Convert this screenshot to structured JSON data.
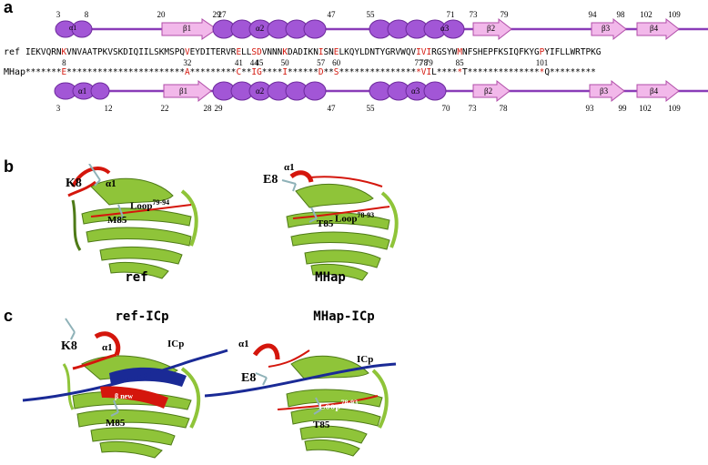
{
  "panels": {
    "a": "a",
    "b": "b",
    "c": "c"
  },
  "top_track": {
    "elements": [
      {
        "type": "helix",
        "label": "α1",
        "start": "3",
        "end": "8"
      },
      {
        "type": "strand",
        "label": "β1",
        "start": "20",
        "end": "27"
      },
      {
        "type": "helix",
        "label": "α2",
        "start": "29",
        "end": "47"
      },
      {
        "type": "helix",
        "label": "α3",
        "start": "55",
        "end": "71"
      },
      {
        "type": "strand",
        "label": "β2",
        "start": "73",
        "end": "79"
      },
      {
        "type": "strand",
        "label": "β3",
        "start": "94",
        "end": "98"
      },
      {
        "type": "strand",
        "label": "β4",
        "start": "102",
        "end": "109"
      }
    ]
  },
  "bottom_track": {
    "elements": [
      {
        "type": "helix",
        "label": "α1",
        "start": "3",
        "end": "12"
      },
      {
        "type": "strand",
        "label": "β1",
        "start": "22",
        "end": "28"
      },
      {
        "type": "helix",
        "label": "α2",
        "start": "29",
        "end": "47"
      },
      {
        "type": "helix",
        "label": "α3",
        "start": "55",
        "end": "70"
      },
      {
        "type": "strand",
        "label": "β2",
        "start": "73",
        "end": "78"
      },
      {
        "type": "strand",
        "label": "β3",
        "start": "93",
        "end": "99"
      },
      {
        "type": "strand",
        "label": "β4",
        "start": "102",
        "end": "109"
      }
    ]
  },
  "alignment": {
    "ref_label": "ref",
    "mhap_label": "MHap",
    "ref_sequence": "IEKVQRNKVNVAATPKVSKDIQIILSKMSPQVEYDITERVRELLSDVNNNKDADIKNISNELKQYLDNTYGRVWQVIVIRGSYWMNFSHEPFKSIQFKYGPYIFLLWRTPKG",
    "mhap_sequence": "*******E***********************A*********C**IG****I******D**S****************VIL*****T***************Q*********",
    "ref_highlight": [
      7,
      31,
      41,
      44,
      45,
      50,
      57,
      60,
      76,
      77,
      78,
      84,
      100
    ],
    "mhap_highlight": [
      7,
      31,
      41,
      44,
      45,
      50,
      57,
      60,
      76,
      77,
      78,
      84,
      100
    ],
    "ref_numbers": [
      "8"
    ],
    "mhap_numbers": [
      "8",
      "32",
      "41",
      "44",
      "45",
      "50",
      "57",
      "60",
      "77",
      "78",
      "79",
      "85",
      "101"
    ]
  },
  "panel_b": {
    "left": {
      "title": "ref",
      "residue": "K8",
      "helix": "α1",
      "loop": "Loop",
      "loop_range": "79-94",
      "mutant": "M85"
    },
    "right": {
      "title": "MHap",
      "residue": "E8",
      "helix": "α1",
      "loop": "Loop",
      "loop_range": "78-93",
      "mutant": "T85"
    }
  },
  "panel_c": {
    "left": {
      "title": "ref-ICp",
      "residue": "K8",
      "helix": "α1",
      "peptide": "ICp",
      "strand": "β new",
      "mutant": "M85"
    },
    "right": {
      "title": "MHap-ICp",
      "residue": "E8",
      "helix": "α1",
      "peptide": "ICp",
      "loop": "Loop",
      "loop_range": "78-93",
      "mutant": "T85"
    }
  },
  "colors": {
    "helix": "#a256d6",
    "strand": "#f2b8ea",
    "strand_edge": "#b04ca8",
    "track": "#8a3cb8",
    "red": "#d4160c",
    "protein": "#8fc439",
    "peptide": "#1a2a96"
  }
}
